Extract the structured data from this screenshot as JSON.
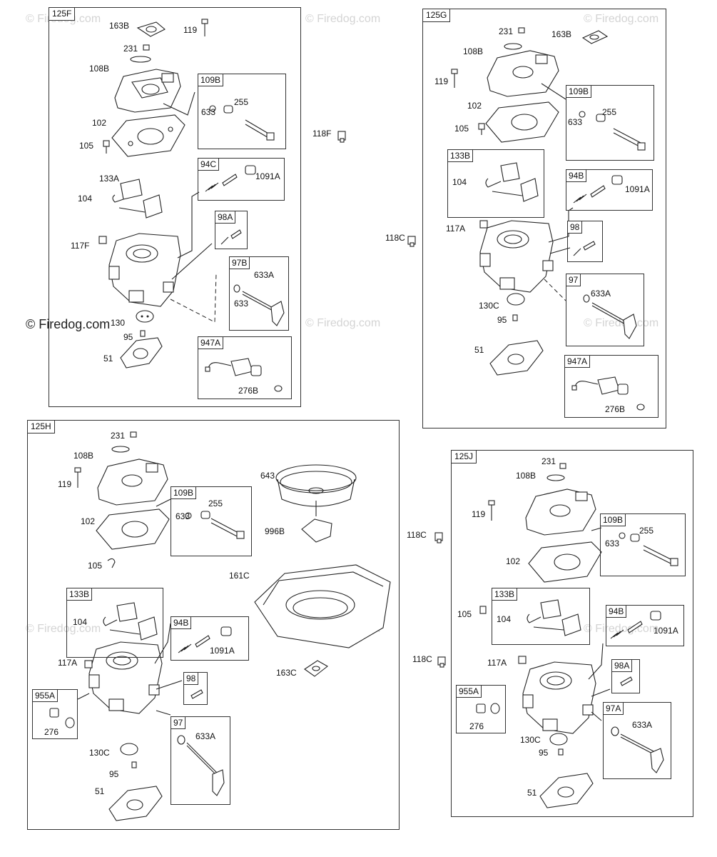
{
  "watermarks": {
    "light": "© Firedog.com",
    "dark": "© Firedog.com"
  },
  "standalone": {
    "p118F": "118F",
    "p118C_a": "118C",
    "p118C_b": "118C",
    "p118C_c": "118C"
  },
  "panels": {
    "p125F": {
      "tag": "125F",
      "labels": {
        "l163B": "163B",
        "l119": "119",
        "l231": "231",
        "l108B": "108B",
        "l102": "102",
        "l105": "105",
        "l133A": "133A",
        "l104": "104",
        "l117F": "117F",
        "l130": "130",
        "l95": "95",
        "l51": "51"
      },
      "boxes": {
        "b109B": {
          "tag": "109B",
          "l633": "633",
          "l255": "255"
        },
        "b94C": {
          "tag": "94C",
          "l1091A": "1091A"
        },
        "b98A": {
          "tag": "98A"
        },
        "b97B": {
          "tag": "97B",
          "l633A": "633A",
          "l633": "633"
        },
        "b947A": {
          "tag": "947A",
          "l276B": "276B"
        }
      }
    },
    "p125G": {
      "tag": "125G",
      "labels": {
        "l231": "231",
        "l163B": "163B",
        "l108B": "108B",
        "l119": "119",
        "l102": "102",
        "l105": "105",
        "l117A": "117A",
        "l130C": "130C",
        "l95": "95",
        "l51": "51"
      },
      "boxes": {
        "b109B": {
          "tag": "109B",
          "l633": "633",
          "l255": "255"
        },
        "b133B": {
          "tag": "133B",
          "l104": "104"
        },
        "b94B": {
          "tag": "94B",
          "l1091A": "1091A"
        },
        "b98": {
          "tag": "98"
        },
        "b97": {
          "tag": "97",
          "l633A": "633A"
        },
        "b947A": {
          "tag": "947A",
          "l276B": "276B"
        }
      }
    },
    "p125H": {
      "tag": "125H",
      "labels": {
        "l231": "231",
        "l108B": "108B",
        "l119": "119",
        "l102": "102",
        "l105": "105",
        "l117A": "117A",
        "l130C": "130C",
        "l95": "95",
        "l51": "51",
        "l643": "643",
        "l996B": "996B",
        "l161C": "161C",
        "l163C": "163C"
      },
      "boxes": {
        "b109B": {
          "tag": "109B",
          "l633": "633",
          "l255": "255"
        },
        "b133B": {
          "tag": "133B",
          "l104": "104"
        },
        "b94B": {
          "tag": "94B",
          "l1091A": "1091A"
        },
        "b98": {
          "tag": "98"
        },
        "b955A": {
          "tag": "955A",
          "l276": "276"
        },
        "b97": {
          "tag": "97",
          "l633A": "633A"
        }
      }
    },
    "p125J": {
      "tag": "125J",
      "labels": {
        "l231": "231",
        "l108B": "108B",
        "l119": "119",
        "l102": "102",
        "l105": "105",
        "l117A": "117A",
        "l130C": "130C",
        "l95": "95",
        "l51": "51"
      },
      "boxes": {
        "b109B": {
          "tag": "109B",
          "l633": "633",
          "l255": "255"
        },
        "b133B": {
          "tag": "133B",
          "l104": "104"
        },
        "b94B": {
          "tag": "94B",
          "l1091A": "1091A"
        },
        "b98A": {
          "tag": "98A"
        },
        "b955A": {
          "tag": "955A",
          "l276": "276"
        },
        "b97A": {
          "tag": "97A",
          "l633A": "633A"
        }
      }
    }
  }
}
